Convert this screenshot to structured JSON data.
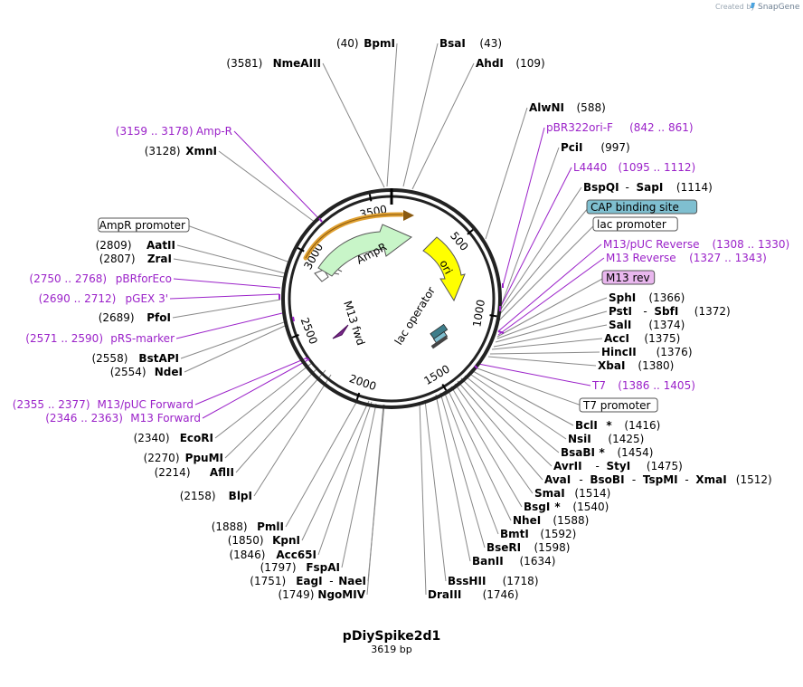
{
  "header": {
    "credit_prefix": "Created by",
    "credit_brand": "SnapGene"
  },
  "plasmid": {
    "name": "pDiySpike2d1",
    "size_label": "3619 bp",
    "length_bp": 3619
  },
  "ruler_ticks": [
    "500",
    "1000",
    "1500",
    "2000",
    "2500",
    "3000",
    "3500"
  ],
  "colors": {
    "feature_purple": "#9b22c9",
    "ampr_fill": "#c8f5c8",
    "ori_fill": "#ffff00",
    "cap_site_fill": "#7fbfd0",
    "m13rev_fill": "#e9b7ee",
    "promoter_bg": "#ffffff"
  },
  "features": [
    {
      "label": "AmpR",
      "type": "arrow"
    },
    {
      "label": "ori",
      "type": "arrow"
    },
    {
      "label": "M13 fwd",
      "type": "primer"
    },
    {
      "label": "lac operator",
      "type": "box"
    }
  ],
  "right_labels": [
    {
      "name": "BsaI",
      "pos": "(43)",
      "kind": "enzyme"
    },
    {
      "name": "AhdI",
      "pos": "(109)",
      "kind": "enzyme"
    },
    {
      "name": "AlwNI",
      "pos": "(588)",
      "kind": "enzyme"
    },
    {
      "name": "pBR322ori-F",
      "pos": "(842 .. 861)",
      "kind": "primer"
    },
    {
      "name": "PciI",
      "pos": "(997)",
      "kind": "enzyme"
    },
    {
      "name": "L4440",
      "pos": "(1095 .. 1112)",
      "kind": "primer"
    },
    {
      "name": "BspQI",
      "name2": "SapI",
      "pos": "(1114)",
      "kind": "enzyme2"
    },
    {
      "name": "CAP binding site",
      "kind": "boxed-blue"
    },
    {
      "name": "lac promoter",
      "kind": "boxed"
    },
    {
      "name": "M13/pUC Reverse",
      "pos": "(1308 .. 1330)",
      "kind": "primer"
    },
    {
      "name": "M13 Reverse",
      "pos": "(1327 .. 1343)",
      "kind": "primer"
    },
    {
      "name": "M13 rev",
      "kind": "boxed-purple"
    },
    {
      "name": "SphI",
      "pos": "(1366)",
      "kind": "enzyme"
    },
    {
      "name": "PstI",
      "name2": "SbfI",
      "pos": "(1372)",
      "kind": "enzyme2"
    },
    {
      "name": "SalI",
      "pos": "(1374)",
      "kind": "enzyme"
    },
    {
      "name": "AccI",
      "pos": "(1375)",
      "kind": "enzyme"
    },
    {
      "name": "HincII",
      "pos": "(1376)",
      "kind": "enzyme"
    },
    {
      "name": "XbaI",
      "pos": "(1380)",
      "kind": "enzyme"
    },
    {
      "name": "T7",
      "pos": "(1386 .. 1405)",
      "kind": "primer"
    },
    {
      "name": "T7 promoter",
      "kind": "boxed"
    },
    {
      "name": "BclI",
      "star": " *",
      "pos": "(1416)",
      "kind": "enzyme"
    },
    {
      "name": "NsiI",
      "pos": "(1425)",
      "kind": "enzyme"
    },
    {
      "name": "BsaBI",
      "star": " *",
      "pos": "(1454)",
      "kind": "enzyme"
    },
    {
      "name": "AvrII",
      "name2": "StyI",
      "pos": "(1475)",
      "kind": "enzyme2"
    },
    {
      "name": "AvaI",
      "name2": "BsoBI",
      "name3": "TspMI",
      "name4": "XmaI",
      "pos": "(1512)",
      "kind": "enzyme4"
    },
    {
      "name": "SmaI",
      "pos": "(1514)",
      "kind": "enzyme"
    },
    {
      "name": "BsgI",
      "star": " *",
      "pos": "(1540)",
      "kind": "enzyme"
    },
    {
      "name": "NheI",
      "pos": "(1588)",
      "kind": "enzyme"
    },
    {
      "name": "BmtI",
      "pos": "(1592)",
      "kind": "enzyme"
    },
    {
      "name": "BseRI",
      "pos": "(1598)",
      "kind": "enzyme"
    },
    {
      "name": "BanII",
      "pos": "(1634)",
      "kind": "enzyme"
    },
    {
      "name": "BssHII",
      "pos": "(1718)",
      "kind": "enzyme"
    },
    {
      "name": "DraIII",
      "pos": "(1746)",
      "kind": "enzyme"
    }
  ],
  "left_labels": [
    {
      "name": "BpmI",
      "pos": "(40)",
      "kind": "enzyme"
    },
    {
      "name": "NmeAIII",
      "pos": "(3581)",
      "kind": "enzyme"
    },
    {
      "name": "Amp-R",
      "pos": "(3159 .. 3178)",
      "kind": "primer"
    },
    {
      "name": "XmnI",
      "pos": "(3128)",
      "kind": "enzyme"
    },
    {
      "name": "AmpR promoter",
      "kind": "boxed"
    },
    {
      "name": "AatII",
      "pos": "(2809)",
      "kind": "enzyme"
    },
    {
      "name": "ZraI",
      "pos": "(2807)",
      "kind": "enzyme"
    },
    {
      "name": "pBRforEco",
      "pos": "(2750 .. 2768)",
      "kind": "primer"
    },
    {
      "name": "pGEX 3'",
      "pos": "(2690 .. 2712)",
      "kind": "primer"
    },
    {
      "name": "PfoI",
      "pos": "(2689)",
      "kind": "enzyme"
    },
    {
      "name": "pRS-marker",
      "pos": "(2571 .. 2590)",
      "kind": "primer"
    },
    {
      "name": "BstAPI",
      "pos": "(2558)",
      "kind": "enzyme"
    },
    {
      "name": "NdeI",
      "pos": "(2554)",
      "kind": "enzyme"
    },
    {
      "name": "M13/pUC Forward",
      "pos": "(2355 .. 2377)",
      "kind": "primer"
    },
    {
      "name": "M13 Forward",
      "pos": "(2346 .. 2363)",
      "kind": "primer"
    },
    {
      "name": "EcoRI",
      "pos": "(2340)",
      "kind": "enzyme"
    },
    {
      "name": "PpuMI",
      "pos": "(2270)",
      "kind": "enzyme"
    },
    {
      "name": "AflII",
      "pos": "(2214)",
      "kind": "enzyme"
    },
    {
      "name": "BlpI",
      "pos": "(2158)",
      "kind": "enzyme"
    },
    {
      "name": "PmlI",
      "pos": "(1888)",
      "kind": "enzyme"
    },
    {
      "name": "KpnI",
      "pos": "(1850)",
      "kind": "enzyme"
    },
    {
      "name": "Acc65I",
      "pos": "(1846)",
      "kind": "enzyme"
    },
    {
      "name": "FspAI",
      "pos": "(1797)",
      "kind": "enzyme"
    },
    {
      "name": "EagI",
      "name2": "NaeI",
      "pos": "(1751)",
      "kind": "enzyme2"
    },
    {
      "name": "NgoMIV",
      "pos": "(1749)",
      "kind": "enzyme"
    }
  ]
}
